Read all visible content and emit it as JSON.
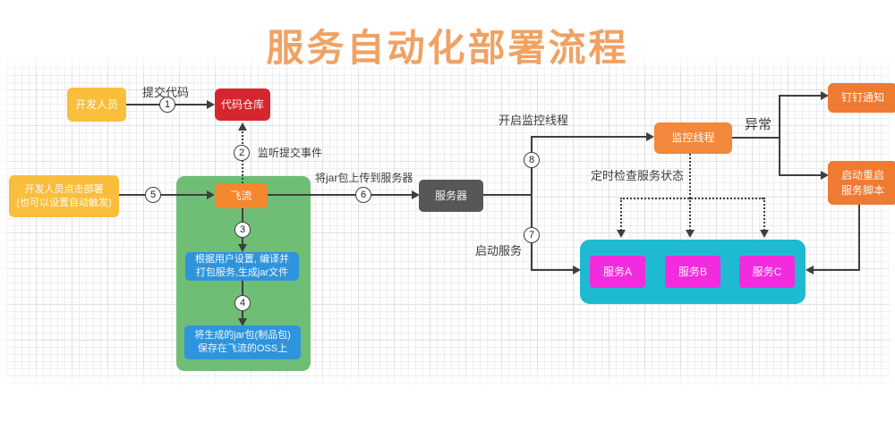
{
  "title": {
    "text": "服务自动化部署流程",
    "color": "#F0A263"
  },
  "colors": {
    "yellow": "#F9BE3B",
    "red": "#D5262F",
    "bright_orange": "#F5872D",
    "monitor_orange": "#F1883B",
    "deep_orange": "#EF7A32",
    "blue": "#2E94DC",
    "dark_gray": "#575757",
    "magenta": "#F32BDF",
    "pipeline_container": "#6FBE76",
    "services_container": "#1EBAD2"
  },
  "nodes": {
    "developer": {
      "label": "开发人员"
    },
    "code_repo": {
      "label": "代码仓库"
    },
    "dev_click": {
      "line1": "开发人员点击部署",
      "line2": "(也可以设置自动触发)"
    },
    "feiliu": {
      "label": "飞流"
    },
    "build": {
      "line1": "根据用户设置, 编译并",
      "line2": "打包服务,生成jar文件"
    },
    "save_oss": {
      "line1": "将生成的jar包(制品包)",
      "line2": "保存在飞流的OSS上"
    },
    "server": {
      "label": "服务器"
    },
    "monitor": {
      "label": "监控线程"
    },
    "dingtalk": {
      "label": "钉钉通知"
    },
    "restart_script": {
      "line1": "启动重启",
      "line2": "服务脚本"
    },
    "service_a": {
      "label": "服务A"
    },
    "service_b": {
      "label": "服务B"
    },
    "service_c": {
      "label": "服务C"
    }
  },
  "edge_labels": {
    "commit_code": "提交代码",
    "listen_commit": "监听提交事件",
    "upload_jar": "将jar包上传到服务器",
    "start_monitor": "开启监控线程",
    "start_service": "启动服务",
    "exception": "异常",
    "check_status": "定时检查服务状态"
  },
  "steps": {
    "s1": "1",
    "s2": "2",
    "s3": "3",
    "s4": "4",
    "s5": "5",
    "s6": "6",
    "s7": "7",
    "s8": "8"
  }
}
